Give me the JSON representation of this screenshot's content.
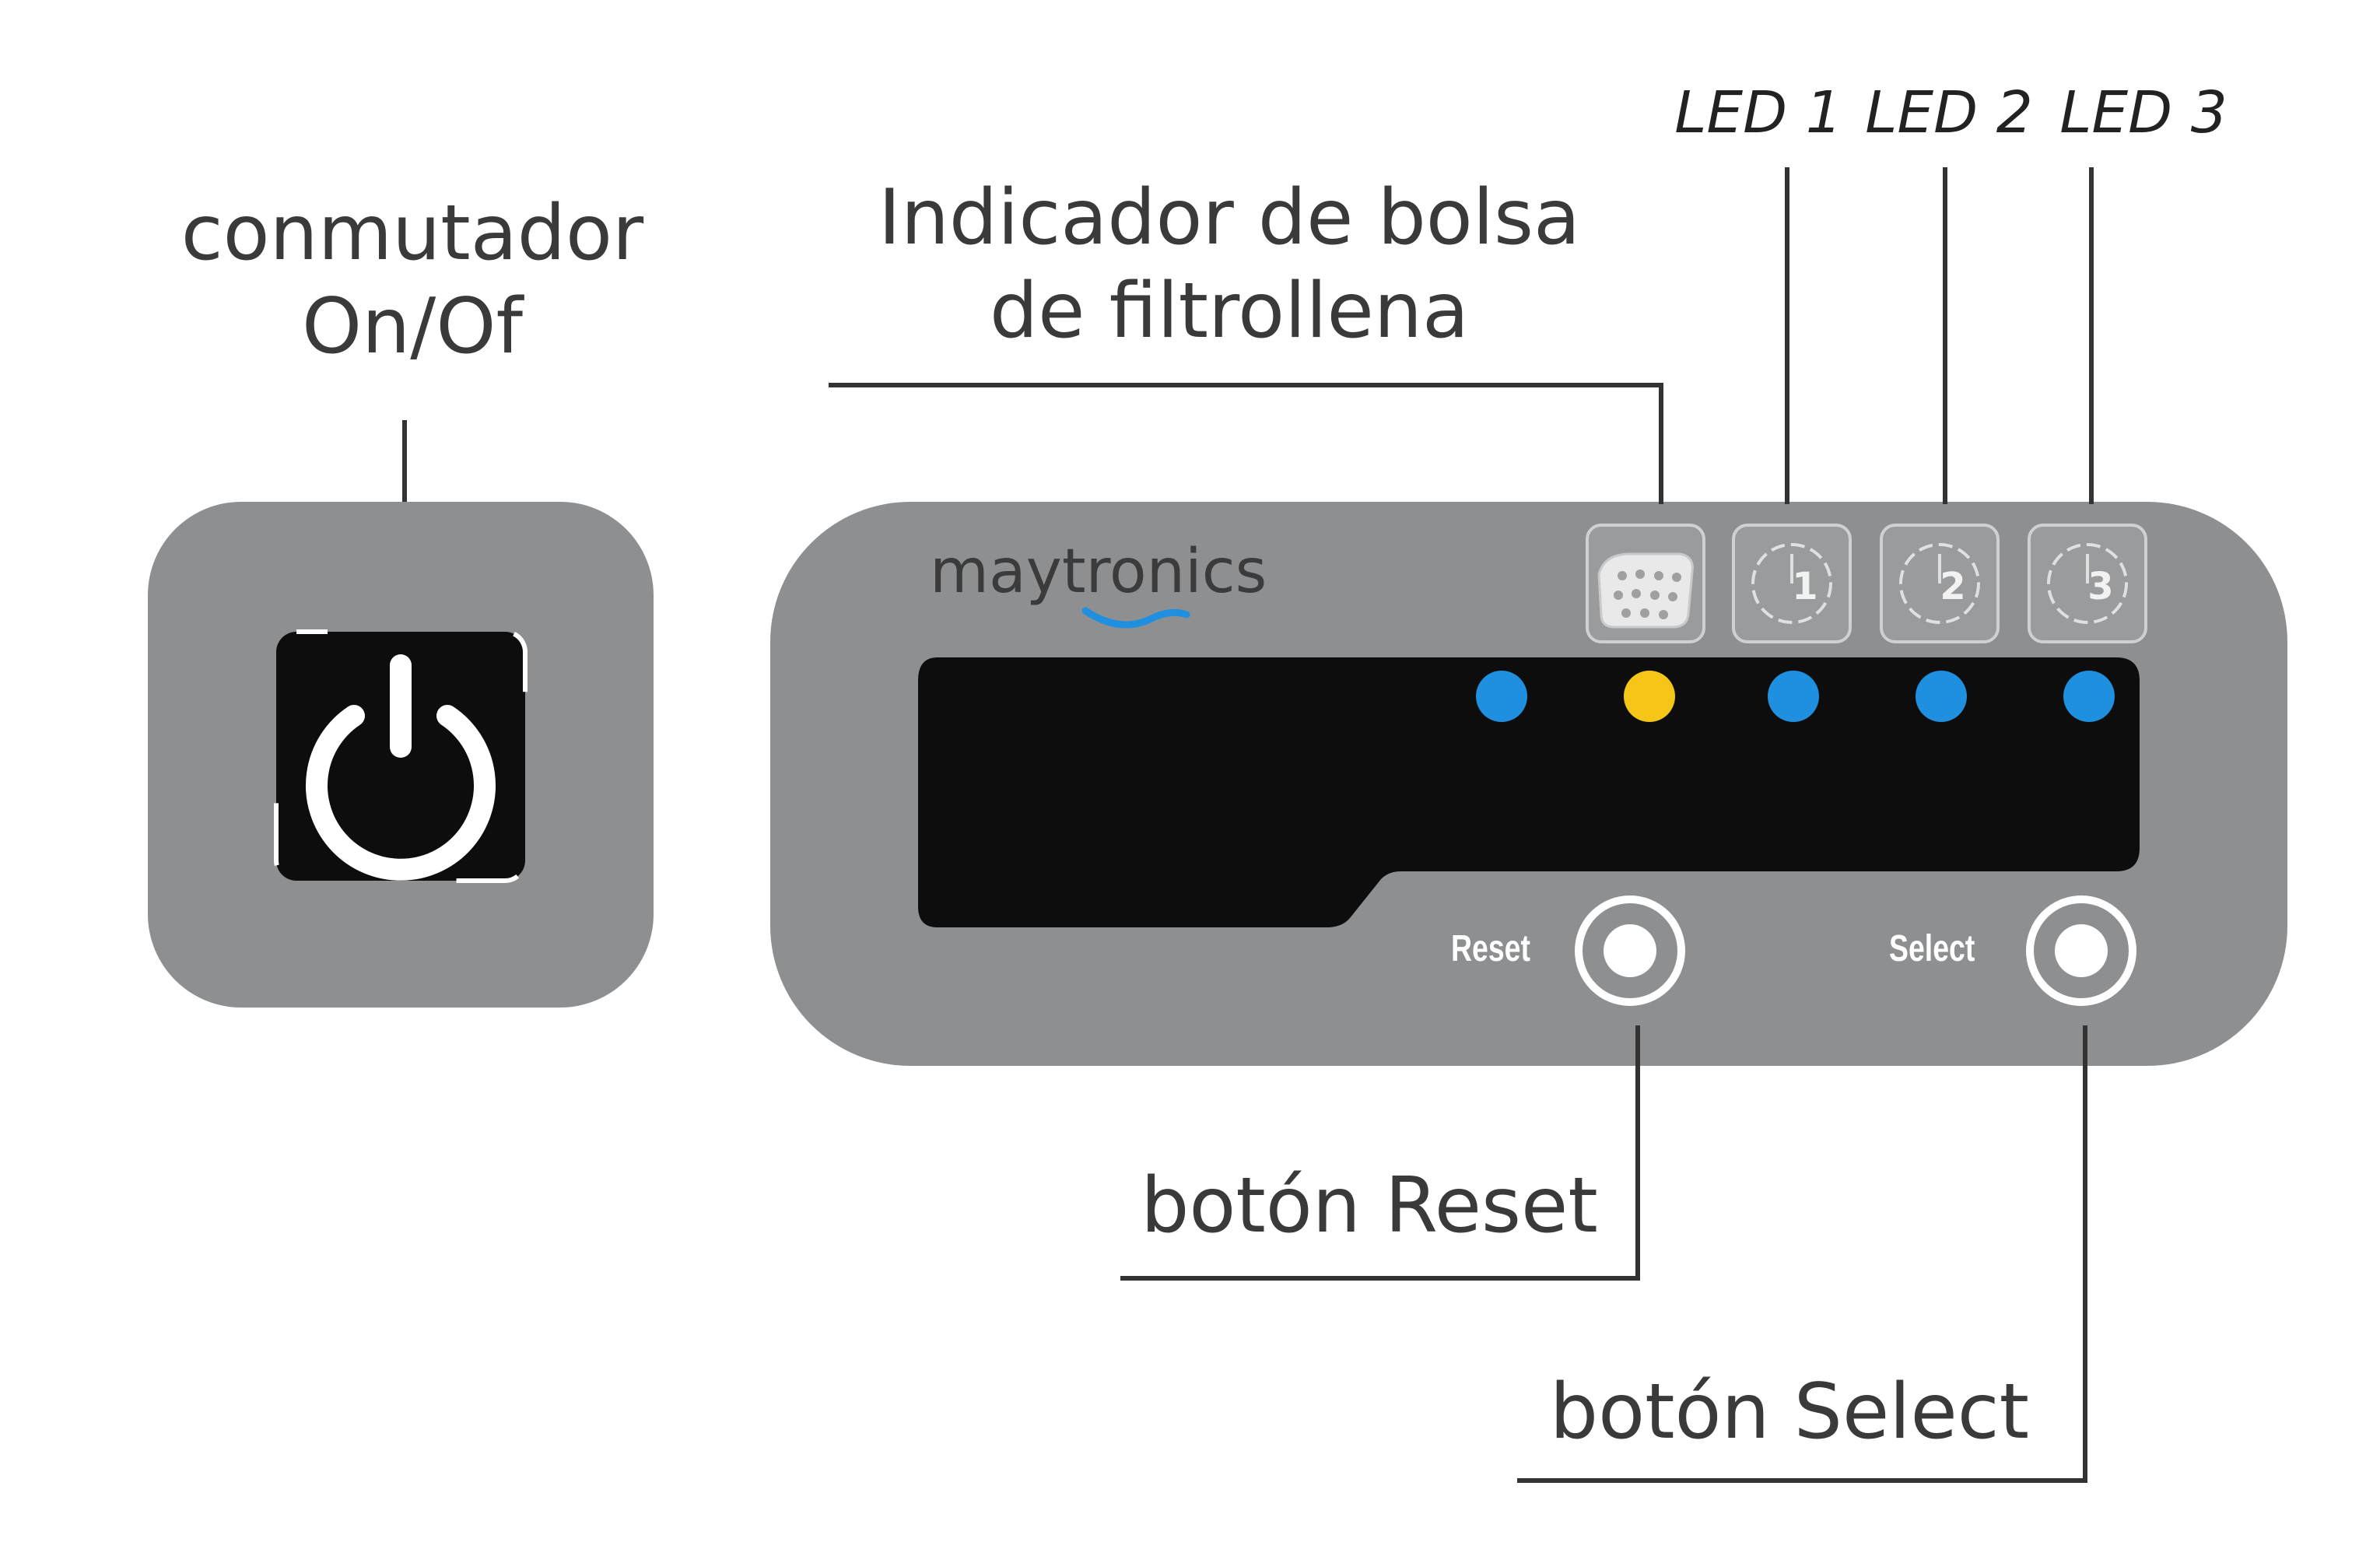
{
  "labels": {
    "switch_line1": "conmutador",
    "switch_line2": "On/Of",
    "filter_line1": "Indicador de bolsa",
    "filter_line2": "de  filtrollena",
    "led1": "LED 1",
    "led2": "LED 2",
    "led3": "LED 3",
    "reset_callout": "botón Reset",
    "select_callout": "botón Select"
  },
  "panel": {
    "brand": "maytronics",
    "reset_button_label": "Reset",
    "select_button_label": "Select",
    "timer_icons": [
      "1",
      "2",
      "3"
    ]
  },
  "indicators": [
    {
      "name": "indicator-1",
      "color": "#1f8fe0"
    },
    {
      "name": "filter-bag-indicator",
      "color": "#f5c518"
    },
    {
      "name": "led-1-indicator",
      "color": "#1f8fe0"
    },
    {
      "name": "led-2-indicator",
      "color": "#1f8fe0"
    },
    {
      "name": "led-3-indicator",
      "color": "#1f8fe0"
    }
  ],
  "colors": {
    "panel_gray": "#8e8f91",
    "display_black": "#0d0d0d",
    "led_blue": "#1f8fe0",
    "led_yellow": "#f5c518",
    "brand_wave": "#1f8fe0"
  }
}
